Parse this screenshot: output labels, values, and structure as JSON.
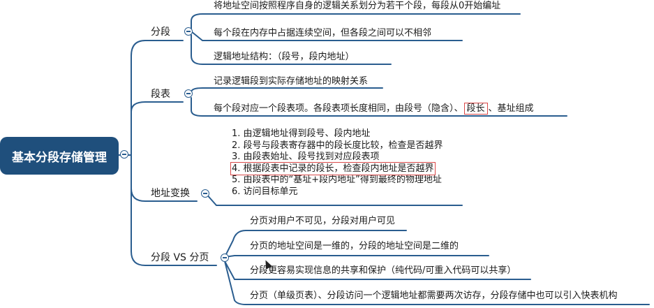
{
  "root": {
    "label": "基本分段存储管理"
  },
  "branches": [
    {
      "label": "分段",
      "items": [
        "将地址空间按照程序自身的逻辑关系划分为若干个段，每段从0开始编址",
        "每个段在内存中占据连续空间，但各段之间可以不相邻",
        "逻辑地址结构：（段号，段内地址）"
      ]
    },
    {
      "label": "段表",
      "items": [
        "记录逻辑段到实际存储地址的映射关系"
      ],
      "item2": {
        "before": "每个段对应一个段表项。各段表项长度相同，由段号（隐含）、",
        "highlight": "段长",
        "after": "、基址组成"
      }
    },
    {
      "label": "地址变换",
      "steps": [
        "1. 由逻辑地址得到段号、段内地址",
        "2. 段号与段表寄存器中的段长度比较，检查是否越界",
        "3. 由段表始址、段号找到对应段表项",
        "4. 根据段表中记录的段长，检查段内地址是否越界",
        "5. 由段表中的“基址+段内地址”得到最终的物理地址",
        "6. 访问目标单元"
      ]
    },
    {
      "label": "分段 VS 分页",
      "items": [
        "分页对用户不可见，分段对用户可见",
        "分页的地址空间是一维的，分段的地址空间是二维的",
        "分段更容易实现信息的共享和保护（纯代码/可重入代码可以共享）",
        "分页（单级页表）、分段访问一个逻辑地址都需要两次访存，分段存储中也可以引入快表机构"
      ]
    }
  ],
  "colors": {
    "root_bg": "#1f4f7c",
    "line": "#2a5d8f",
    "highlight": "#d94848"
  }
}
